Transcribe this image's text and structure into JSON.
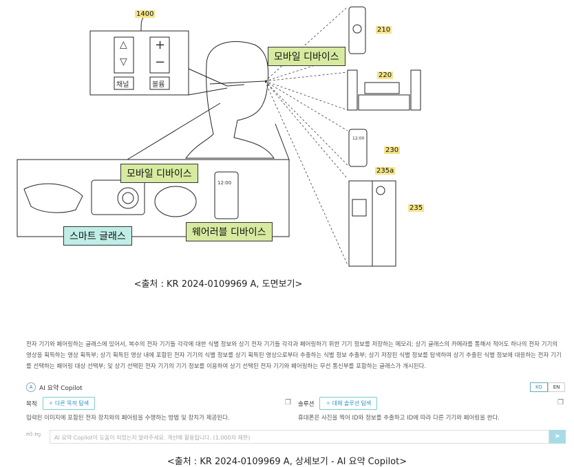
{
  "figure": {
    "ref_numbers": {
      "remote": "1400",
      "tv_remote": "210",
      "audio": "220",
      "phone": "230",
      "fridge_camera": "235a",
      "fridge": "235"
    },
    "remote_buttons": {
      "channel": "채널",
      "volume": "볼륨",
      "up": "△",
      "down": "▽",
      "plus": "+",
      "minus": "−"
    },
    "labels": {
      "mobile_top": "모바일 디바이스",
      "mobile_inset": "모바일 디바이스",
      "smart_glasses": "스마트 글래스",
      "wearable": "웨어러블 디바이스"
    },
    "phone_time": "12:00",
    "caption": "<출처 : KR 2024-0109969 A, 도면보기>"
  },
  "abstract": "전자 기기와 페어링하는 글래스에 있어서, 복수의 전자 기기들 각각에 대한 식별 정보와 상기 전자 기기들 각각과 페어링하기 위한 기기 정보를 저장하는 메모리; 상기 글래스의 카메라를 통해서 적어도 하나의 전자 기기의 영상을 획득하는 영상 획득부; 상기 획득된 영상 내에 포함된 전자 기기의 식별 정보를 상기 획득된 영상으로부터 추출하는 식별 정보 추출부; 상기 저장된 식별 정보를 탐색하여 상기 추출된 식별 정보에 대응하는 전자 기기를 선택하는 페어링 대상 선택부; 및 상기 선택된 전자 기기의 기기 정보를 이용하여 상기 선택된 전자 기기와 페어링하는 무선 통신부를 포함하는 글래스가 개시된다.",
  "copilot": {
    "title": "AI 요약 Copilot",
    "lang": [
      "KO",
      "EN"
    ],
    "purpose": {
      "label": "목적",
      "button": "다른 목적 탐색",
      "text": "입력된 이미지에 포함된 전자 장치와의 페어링을 수행하는 방법 및 장치가 제공된다."
    },
    "solution": {
      "label": "솔루션",
      "button": "대체 솔루션 탐색",
      "text": "휴대폰은 사진을 찍어 ID와 정보를 추출하고 ID에 따라 다른 기기와 페어링을 한다."
    },
    "feedback_placeholder": "AI 요약 Copilot이 도움이 되었는지 알려주세요. 개선에 활용됩니다. (1,000자 제한)"
  },
  "caption2": "<출처 : KR 2024-0109969 A, 상세보기 - AI 요약 Copilot>"
}
